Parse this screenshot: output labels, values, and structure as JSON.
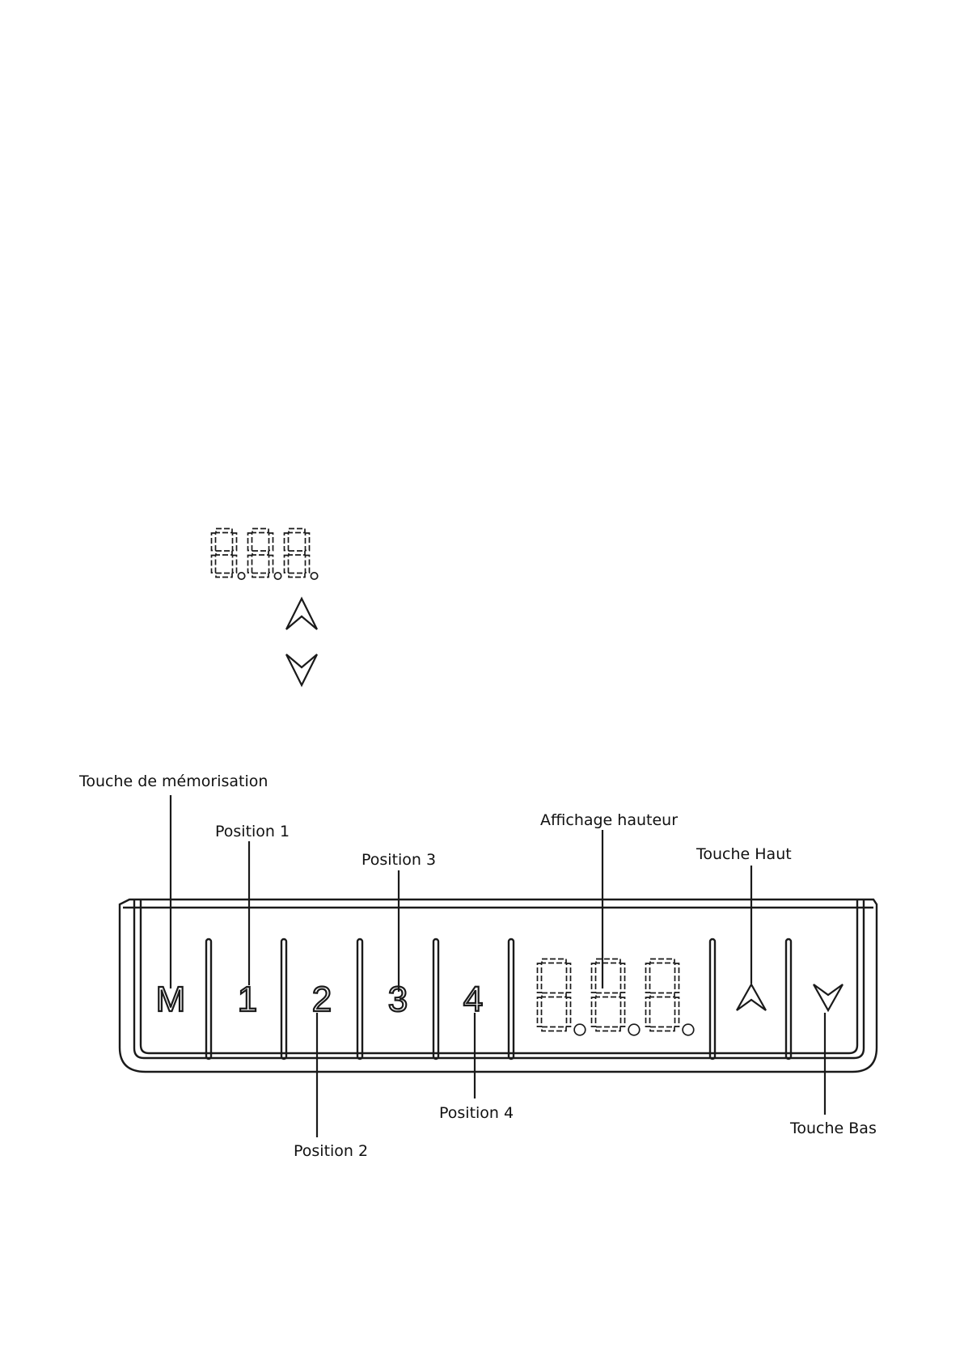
{
  "labels": {
    "memory_key": "Touche de mémorisation",
    "position_1": "Position 1",
    "position_2": "Position 2",
    "position_3": "Position 3",
    "position_4": "Position 4",
    "height_display": "Affichage hauteur",
    "up_key": "Touche Haut",
    "down_key": "Touche Bas"
  },
  "keys": {
    "memory": "M",
    "preset_1": "1",
    "preset_2": "2",
    "preset_3": "3",
    "preset_4": "4"
  },
  "display": {
    "digit_count": 3
  },
  "icons": {
    "up": "up-arrow-icon",
    "down": "down-arrow-icon",
    "display": "seven-segment-display-icon"
  }
}
